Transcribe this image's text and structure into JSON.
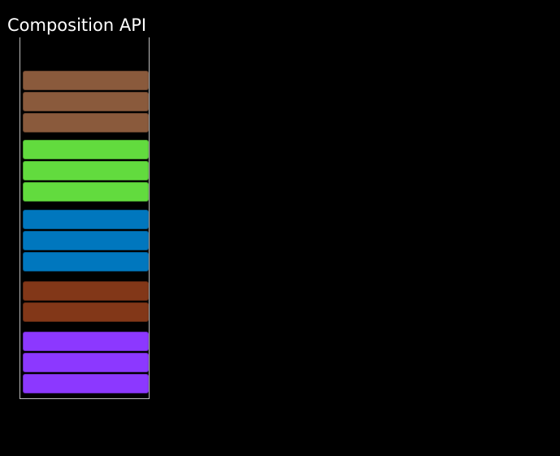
{
  "title": "Composition API",
  "groups": [
    {
      "color": "#8a5a3c",
      "count": 3
    },
    {
      "color": "#62db3e",
      "count": 3
    },
    {
      "color": "#0077be",
      "count": 3
    },
    {
      "color": "#823718",
      "count": 2
    },
    {
      "color": "#8c38ff",
      "count": 3
    }
  ]
}
